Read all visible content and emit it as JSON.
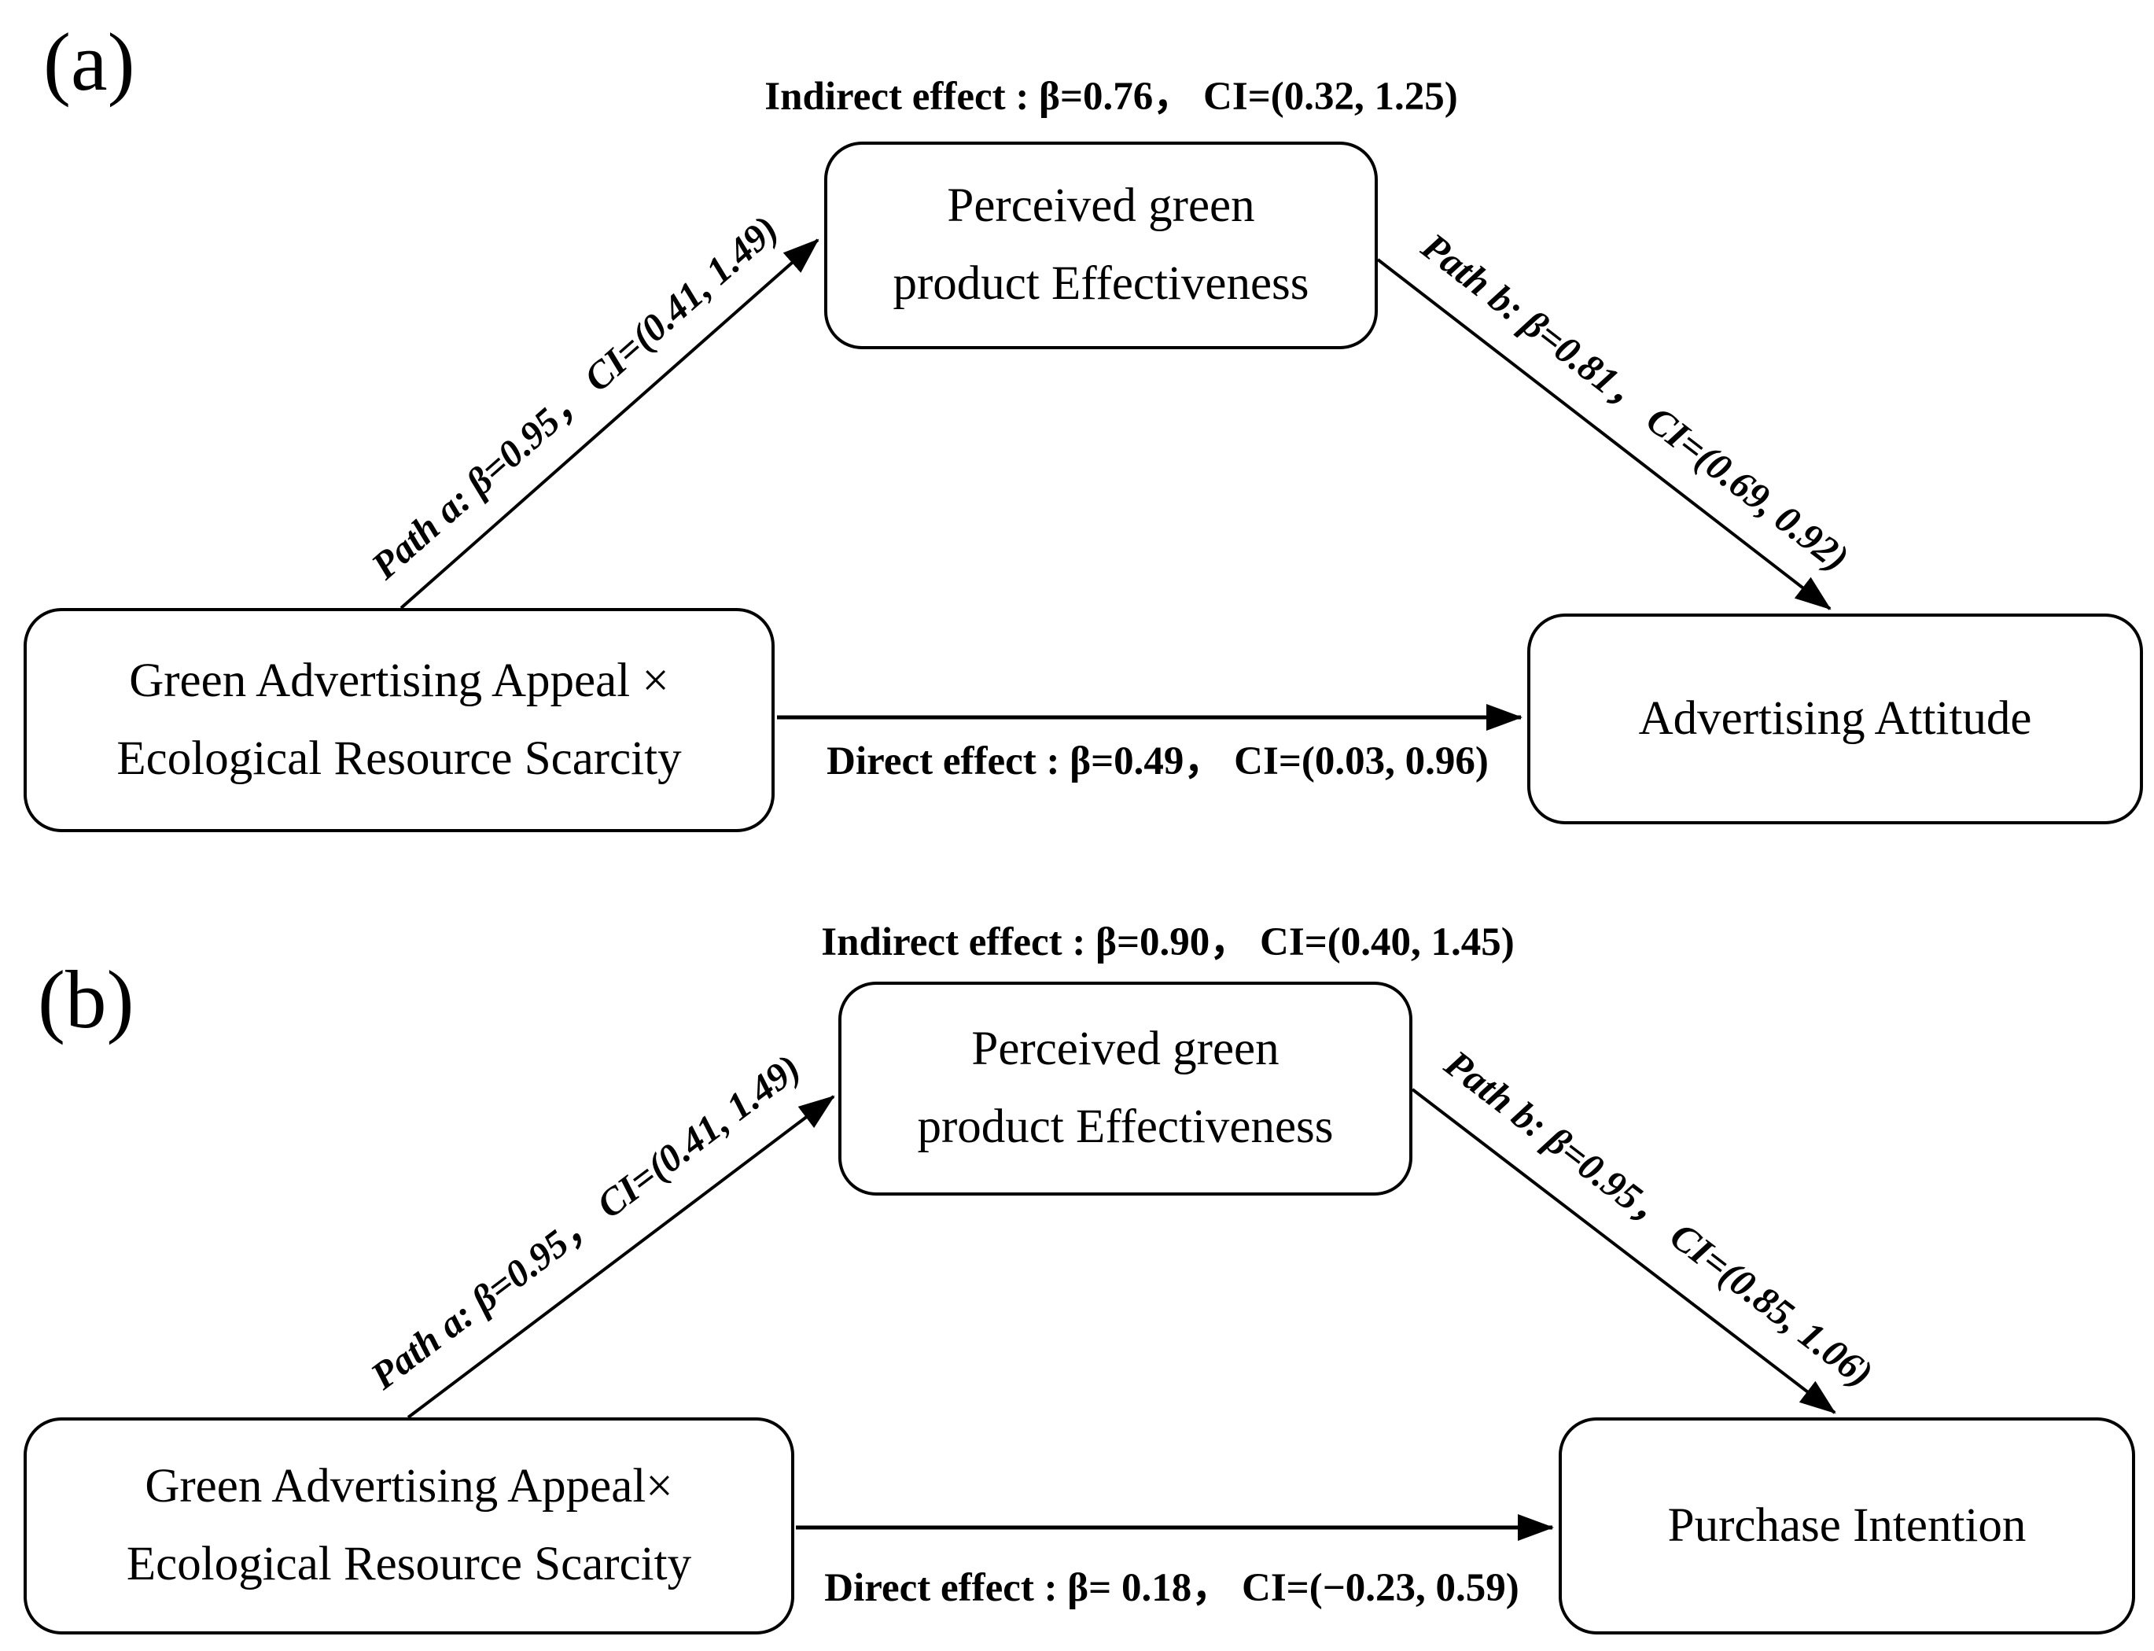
{
  "figure": {
    "colors": {
      "ink": "#000000",
      "background": "#ffffff"
    },
    "panels": [
      {
        "panel_label": "(a)",
        "indirect_effect": "Indirect effect : β=0.76， CI=(0.32, 1.25)",
        "path_a_label": "Path a: β=0.95， CI=(0.41, 1.49)",
        "path_b_label": "Path b: β=0.81， CI=(0.69, 0.92)",
        "direct_effect": "Direct effect : β=0.49， CI=(0.03, 0.96)",
        "predictor_box": {
          "line1": "Green Advertising Appeal ×",
          "line2": "Ecological Resource Scarcity"
        },
        "mediator_box": {
          "line1": "Perceived green",
          "line2": "product Effectiveness"
        },
        "outcome_box": {
          "label": "Advertising Attitude"
        }
      },
      {
        "panel_label": "(b)",
        "indirect_effect": "Indirect effect : β=0.90， CI=(0.40, 1.45)",
        "path_a_label": "Path a: β=0.95， CI=(0.41, 1.49)",
        "path_b_label": "Path b: β=0.95， CI=(0.85, 1.06)",
        "direct_effect": "Direct effect : β= 0.18， CI=(−0.23, 0.59)",
        "predictor_box": {
          "line1": "Green Advertising Appeal×",
          "line2": "Ecological Resource Scarcity"
        },
        "mediator_box": {
          "line1": "Perceived green",
          "line2": "product Effectiveness"
        },
        "outcome_box": {
          "label": "Purchase Intention"
        }
      }
    ]
  }
}
